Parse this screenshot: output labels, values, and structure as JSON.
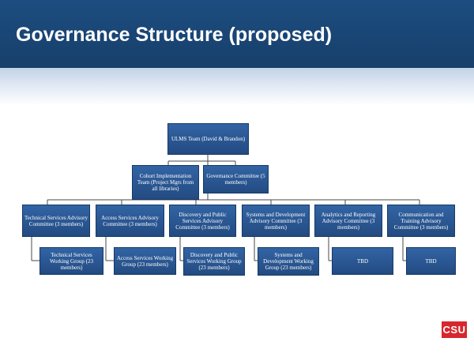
{
  "slide": {
    "title": "Governance Structure (proposed)",
    "logo_text": "CSU"
  },
  "org": {
    "root": "ULMS Team (David & Brandon)",
    "level2": [
      "Cohort Implementation Team (Project Mgrs from all libraries)",
      "Governance Committee (5 members)"
    ],
    "committees": [
      "Technical Services Advisory Committee (3 members)",
      "Access Services Advisory Committee (3 members)",
      "Discovery and Public Services Advisory Committee (3 members)",
      "Systems and Development Advisory Committee (3 members)",
      "Analytics and Reporting Advisory Committee (3 members)",
      "Communication and Training Advisory Committee (3 members)"
    ],
    "working_groups": [
      "Technical Services Working Group (23 members)",
      "Access Services Working Group (23 members)",
      "Discovery and Public Services Working Group (23 members)",
      "Systems and Development Working Group (23 members)",
      "TBD",
      "TBD"
    ]
  }
}
